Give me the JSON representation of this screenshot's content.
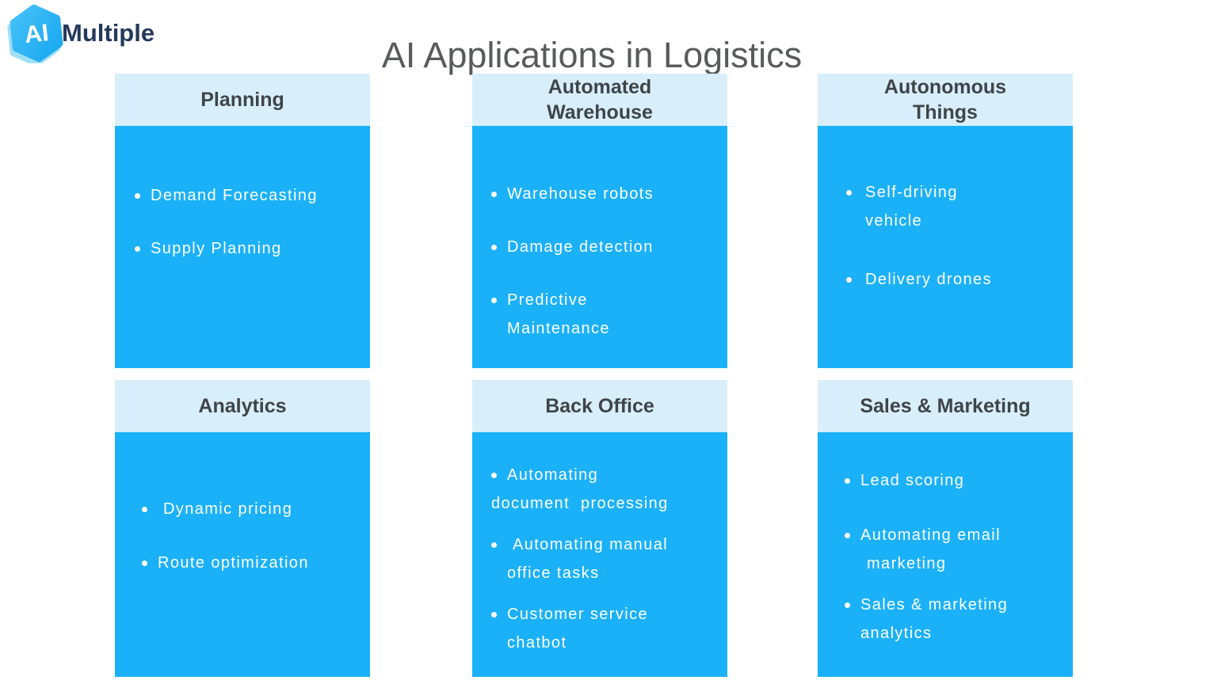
{
  "page": {
    "title": "AI Applications in Logistics"
  },
  "logo": {
    "hex_text": "AI",
    "brand_text": "Multiple"
  },
  "colors": {
    "card_header_bg": "#d8effb",
    "card_body_bg": "#1bb1f8",
    "card_header_text": "#3f4448",
    "card_body_text": "#ffffff",
    "title_text": "#595a5c",
    "brand_text_color": "#24395b",
    "logo_hex_color": "#2ab1f3"
  },
  "cards": [
    {
      "title": "Planning",
      "items": [
        {
          "lines": [
            "Demand Forecasting"
          ]
        },
        {
          "lines": [
            "Supply Planning"
          ]
        }
      ]
    },
    {
      "title": "Automated\nWarehouse",
      "items": [
        {
          "lines": [
            "Warehouse robots"
          ]
        },
        {
          "lines": [
            "Damage detection"
          ]
        },
        {
          "lines": [
            "Predictive",
            "Maintenance"
          ]
        }
      ]
    },
    {
      "title": "Autonomous\nThings",
      "items": [
        {
          "lines": [
            "Self-driving",
            "vehicle"
          ]
        },
        {
          "lines": [
            "Delivery drones"
          ]
        }
      ]
    },
    {
      "title": "Analytics",
      "items": [
        {
          "lines": [
            " Dynamic pricing"
          ]
        },
        {
          "lines": [
            "Route optimization"
          ]
        }
      ]
    },
    {
      "title": "Back Office",
      "items": [
        {
          "lines": [
            "Automating",
            "document  processing"
          ]
        },
        {
          "lines": [
            " Automating manual",
            "office tasks"
          ]
        },
        {
          "lines": [
            "Customer service",
            "chatbot"
          ]
        }
      ]
    },
    {
      "title": "Sales & Marketing",
      "items": [
        {
          "lines": [
            "Lead scoring"
          ]
        },
        {
          "lines": [
            "Automating email",
            "marketing"
          ]
        },
        {
          "lines": [
            "Sales & marketing",
            "analytics"
          ]
        }
      ]
    }
  ]
}
